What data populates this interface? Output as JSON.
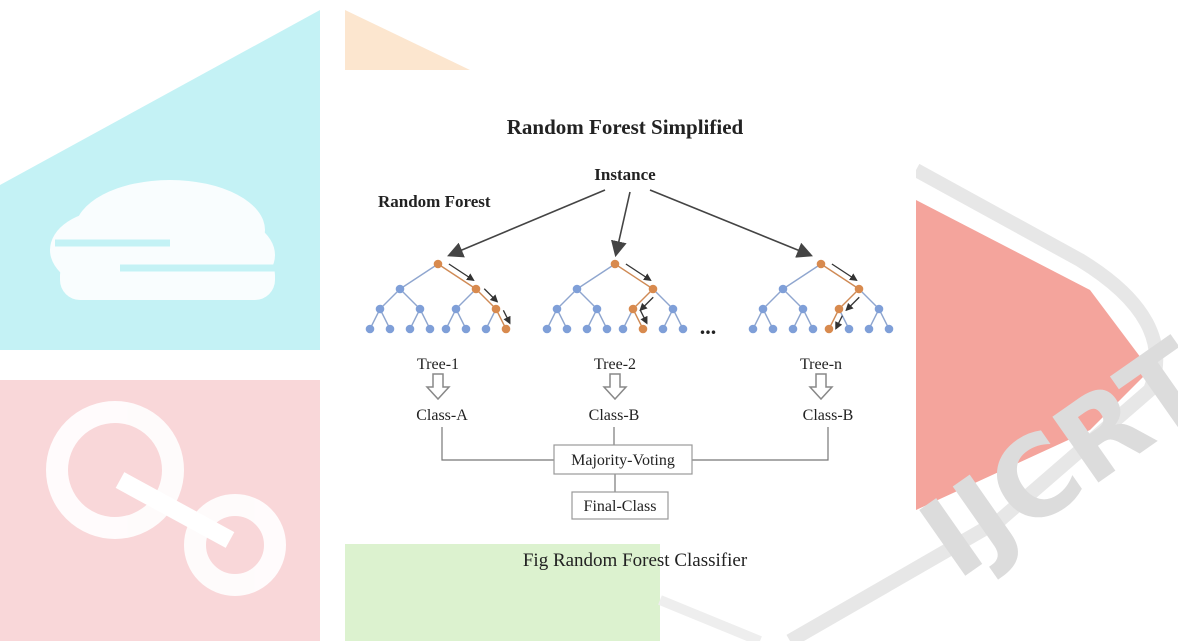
{
  "watermark": {
    "brand_text": "IJCRT",
    "colors": {
      "cyan": "#c4f2f5",
      "pink": "#f9d7d9",
      "salmon": "#f4a49c",
      "peach": "#fce6cf",
      "green": "#dcf2cf",
      "gray": "#e9e9e9"
    }
  },
  "diagram": {
    "title": "Random Forest Simplified",
    "instance_label": "Instance",
    "forest_label": "Random Forest",
    "ellipsis": "...",
    "trees": [
      {
        "label": "Tree-1",
        "class_label": "Class-A"
      },
      {
        "label": "Tree-2",
        "class_label": "Class-B"
      },
      {
        "label": "Tree-n",
        "class_label": "Class-B"
      }
    ],
    "voting_label": "Majority-Voting",
    "final_label": "Final-Class",
    "colors": {
      "node_blue": "#7f9fd8",
      "node_orange": "#d88a4e",
      "edge_blue": "#8fa6cf",
      "edge_orange": "#cf8a55",
      "arrow": "#444444",
      "box_stroke": "#999999"
    }
  },
  "caption": "Fig Random Forest Classifier"
}
